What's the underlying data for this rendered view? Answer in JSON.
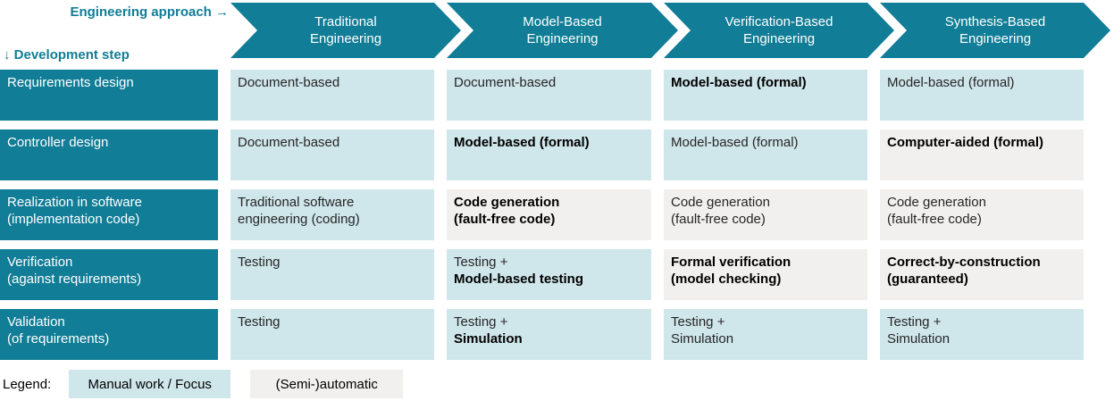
{
  "colors": {
    "teal": "#117d96",
    "manual": "#cfe6eb",
    "auto": "#f1f0ee",
    "header_text": "#ffffff",
    "label_text": "#117d96"
  },
  "header": {
    "approach_label": "Engineering approach →",
    "step_label": "↓ Development step",
    "columns": [
      {
        "label": "Traditional\nEngineering"
      },
      {
        "label": "Model-Based\nEngineering"
      },
      {
        "label": "Verification-Based\nEngineering"
      },
      {
        "label": "Synthesis-Based\nEngineering"
      }
    ]
  },
  "matrix": {
    "rows": [
      {
        "step": "Requirements design",
        "cells": [
          {
            "bg": "manual",
            "lines": [
              {
                "text": "Document-based",
                "bold": false
              }
            ]
          },
          {
            "bg": "manual",
            "lines": [
              {
                "text": "Document-based",
                "bold": false
              }
            ]
          },
          {
            "bg": "manual",
            "lines": [
              {
                "text": "Model-based (formal)",
                "bold": true
              }
            ]
          },
          {
            "bg": "manual",
            "lines": [
              {
                "text": "Model-based (formal)",
                "bold": false
              }
            ]
          }
        ]
      },
      {
        "step": "Controller design",
        "cells": [
          {
            "bg": "manual",
            "lines": [
              {
                "text": "Document-based",
                "bold": false
              }
            ]
          },
          {
            "bg": "manual",
            "lines": [
              {
                "text": "Model-based (formal)",
                "bold": true
              }
            ]
          },
          {
            "bg": "manual",
            "lines": [
              {
                "text": "Model-based (formal)",
                "bold": false
              }
            ]
          },
          {
            "bg": "auto",
            "lines": [
              {
                "text": "Computer-aided (formal)",
                "bold": true
              }
            ]
          }
        ]
      },
      {
        "step": "Realization in software\n(implementation code)",
        "cells": [
          {
            "bg": "manual",
            "lines": [
              {
                "text": "Traditional software",
                "bold": false
              },
              {
                "text": "engineering (coding)",
                "bold": false
              }
            ]
          },
          {
            "bg": "auto",
            "lines": [
              {
                "text": "Code generation",
                "bold": true
              },
              {
                "text": "(fault-free code)",
                "bold": true
              }
            ]
          },
          {
            "bg": "auto",
            "lines": [
              {
                "text": "Code generation",
                "bold": false
              },
              {
                "text": "(fault-free code)",
                "bold": false
              }
            ]
          },
          {
            "bg": "auto",
            "lines": [
              {
                "text": "Code generation",
                "bold": false
              },
              {
                "text": "(fault-free code)",
                "bold": false
              }
            ]
          }
        ]
      },
      {
        "step": "Verification\n(against requirements)",
        "cells": [
          {
            "bg": "manual",
            "lines": [
              {
                "text": "Testing",
                "bold": false
              }
            ]
          },
          {
            "bg": "manual",
            "lines": [
              {
                "text": "Testing +",
                "bold": false
              },
              {
                "text": "Model-based testing",
                "bold": true
              }
            ]
          },
          {
            "bg": "auto",
            "lines": [
              {
                "text": "Formal verification",
                "bold": true
              },
              {
                "text": "(model checking)",
                "bold": true
              }
            ]
          },
          {
            "bg": "auto",
            "lines": [
              {
                "text": "Correct-by-construction",
                "bold": true
              },
              {
                "text": "(guaranteed)",
                "bold": true
              }
            ]
          }
        ]
      },
      {
        "step": "Validation\n(of requirements)",
        "cells": [
          {
            "bg": "manual",
            "lines": [
              {
                "text": "Testing",
                "bold": false
              }
            ]
          },
          {
            "bg": "manual",
            "lines": [
              {
                "text": "Testing +",
                "bold": false
              },
              {
                "text": "Simulation",
                "bold": true
              }
            ]
          },
          {
            "bg": "manual",
            "lines": [
              {
                "text": "Testing +",
                "bold": false
              },
              {
                "text": "Simulation",
                "bold": false
              }
            ]
          },
          {
            "bg": "manual",
            "lines": [
              {
                "text": "Testing +",
                "bold": false
              },
              {
                "text": "Simulation",
                "bold": false
              }
            ]
          }
        ]
      }
    ]
  },
  "legend": {
    "label": "Legend:",
    "items": [
      {
        "label": "Manual work / Focus",
        "style": "manual",
        "width": 181
      },
      {
        "label": "(Semi-)automatic",
        "style": "auto",
        "width": 171
      }
    ]
  }
}
